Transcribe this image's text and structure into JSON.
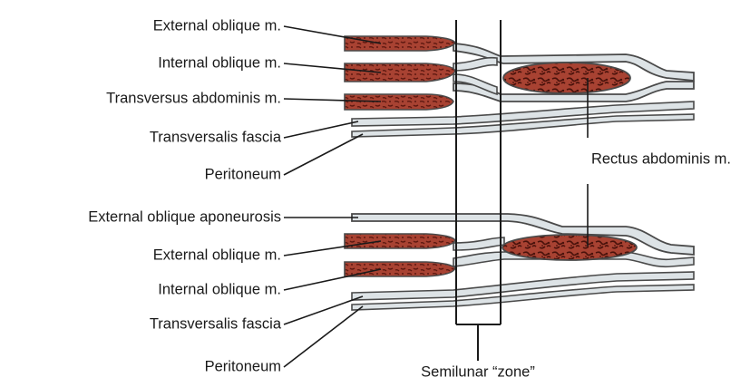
{
  "diagram": {
    "labels_upper": {
      "external_oblique": "External oblique m.",
      "internal_oblique": "Internal oblique m.",
      "transversus": "Transversus abdominis m.",
      "transversalis_fascia": "Transversalis fascia",
      "peritoneum": "Peritoneum"
    },
    "rectus": "Rectus abdominis m.",
    "labels_lower": {
      "external_oblique_aponeurosis": "External oblique aponeurosis",
      "external_oblique": "External oblique m.",
      "internal_oblique": "Internal oblique m.",
      "transversalis_fascia": "Transversalis fascia",
      "peritoneum": "Peritoneum"
    },
    "semilunar_zone": "Semilunar “zone”"
  },
  "colors": {
    "muscle": "#9c3b2c",
    "muscle_dark": "#5e1810",
    "fascia_fill": "#dde3e6",
    "outline": "#4a4a4a"
  }
}
